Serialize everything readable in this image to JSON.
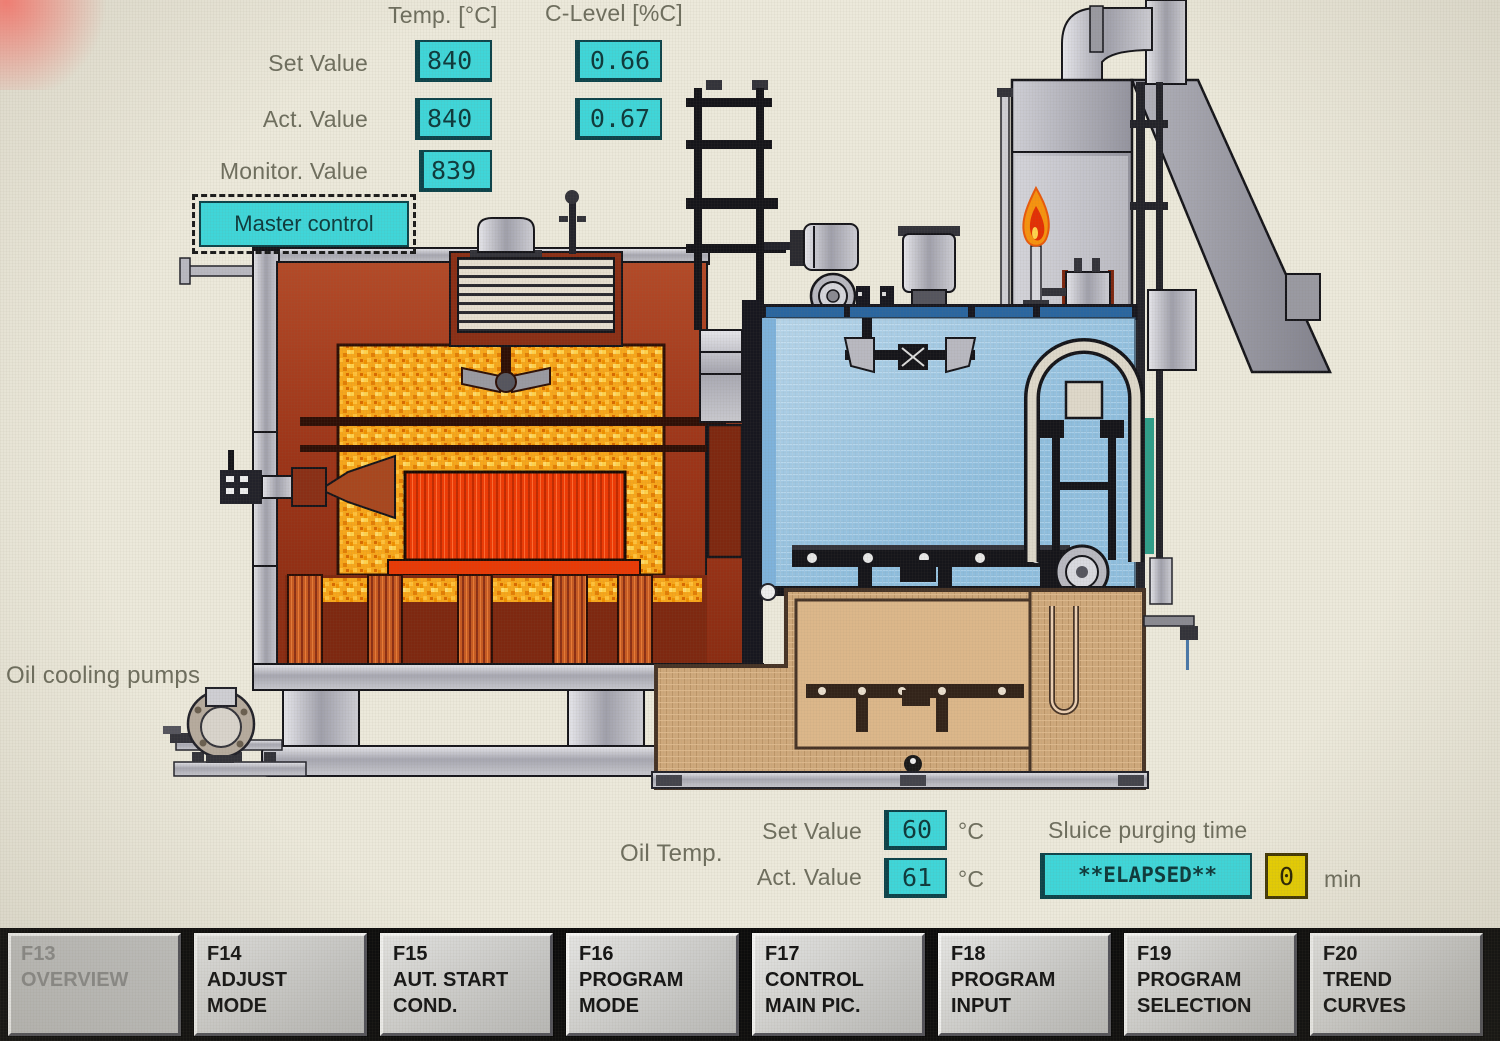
{
  "top_panel": {
    "temp_header": "Temp. [°C]",
    "clevel_header": "C-Level [%C]",
    "set_row": {
      "label": "Set Value",
      "temp": "840",
      "clevel": "0.66"
    },
    "act_row": {
      "label": "Act. Value",
      "temp": "840",
      "clevel": "0.67"
    },
    "monitor_row": {
      "label": "Monitor. Value",
      "temp": "839"
    },
    "master_control_label": "Master control"
  },
  "diagram": {
    "oil_cooling_pumps_label": "Oil cooling pumps"
  },
  "oil_temp": {
    "label": "Oil Temp.",
    "set_label": "Set Value",
    "set_value": "60",
    "set_unit": "°C",
    "act_label": "Act. Value",
    "act_value": "61",
    "act_unit": "°C"
  },
  "sluice": {
    "label": "Sluice purging time",
    "status": "**ELAPSED**",
    "minutes": "0",
    "unit": "min"
  },
  "function_keys": [
    {
      "key": "F13",
      "line1": "OVERVIEW",
      "line2": ""
    },
    {
      "key": "F14",
      "line1": "ADJUST",
      "line2": "MODE"
    },
    {
      "key": "F15",
      "line1": "AUT. START",
      "line2": "COND."
    },
    {
      "key": "F16",
      "line1": "PROGRAM",
      "line2": "MODE"
    },
    {
      "key": "F17",
      "line1": "CONTROL",
      "line2": "MAIN PIC."
    },
    {
      "key": "F18",
      "line1": "PROGRAM",
      "line2": "INPUT"
    },
    {
      "key": "F19",
      "line1": "PROGRAM",
      "line2": "SELECTION"
    },
    {
      "key": "F20",
      "line1": "TREND",
      "line2": "CURVES"
    }
  ],
  "colors": {
    "value_box_cyan": "#3fd6d9",
    "elapsed_cyan": "#3fd6d9",
    "minutes_yellow": "#e7cf04",
    "hot_interior": "#f7a71b",
    "work_load_red": "#ee3a05",
    "quench_blue": "#8fbede",
    "oil_tank_tan": "#cfa97c"
  }
}
